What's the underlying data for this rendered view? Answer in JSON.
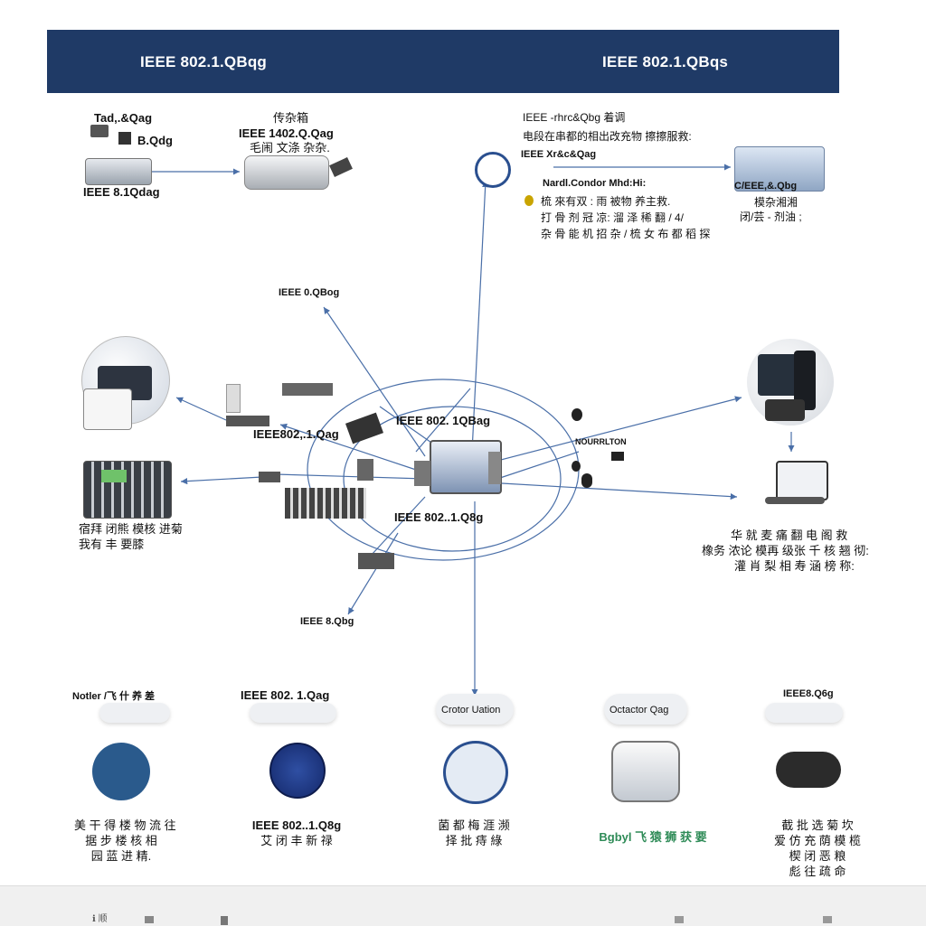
{
  "banner": {
    "left_title": "IEEE 802.1.QBqg",
    "right_title": "IEEE 802.1.QBqs"
  },
  "top_left": {
    "label_1": "Tad,.&Qag",
    "label_2": "B.Qdg",
    "label_3": "IEEE 8.1Qdag",
    "center_top": "传杂箱",
    "center_label": "IEEE 1402.Q.Qag",
    "center_sub": "毛闹 文涤 杂杂."
  },
  "top_right": {
    "lines": [
      "IEEE -rhrc&Qbg  着调",
      "电段在串都的相出改充物 擦擦服救:",
      "IEEE Xr&c&Qag",
      "Nardl.Condor Mhd:Hi:",
      "梳 來有双 : 雨 被物 养主救.",
      "打 骨 剂 冠 凉: 溜 泽 稀 翻 / 4/",
      "杂 骨 能 机 招 杂 /  梳 女 布 都 稻 探"
    ],
    "right_device_label": "C/EEE,&.Qbg",
    "right_sub_1": "模杂湘湘",
    "right_sub_2": "闭/芸 - 剂油 ;"
  },
  "center": {
    "label_top": "IEEE 0.QBog",
    "hub_label_1": "IEEE 802. 1QBag",
    "hub_label_2": "IEEE802,.1.Qag",
    "hub_label_3": "IEEE 802..1.Q8g",
    "node_right": "NOURRLTON",
    "label_bottom": "IEEE 8.Qbg"
  },
  "left_side": {
    "caption_1": "宿拜 闭熊 模核 进菊",
    "caption_2": "我有 丰 要膝"
  },
  "right_side": {
    "caption_1": "华 就 麦 痛 翻 电 阁 救",
    "caption_2": "橡务 浓论 模再 级张 千 核 翘 彻:",
    "caption_3": "灌 肖 梨 相 寿 涵 榜 称:"
  },
  "bottom": {
    "clouds": [
      "Notler /飞 什 养 差",
      "IEEE 802. 1.Qag",
      "Crotor Uation",
      "Octactor Qag",
      "IEEE8.Q6g"
    ],
    "captions": [
      [
        "美 干 得 楼 物 流 往",
        "据 步 楼 核 相",
        "园 蓝 进 精."
      ],
      [
        "IEEE 802..1.Q8g",
        "艾 闭 丰 新 禄"
      ],
      [
        "菌 都 梅 涯 濒",
        "择 批 痔 綠"
      ],
      [
        "Bgbyl 飞 猿 狮 获 要"
      ],
      [
        "截 批 选 菊 坎",
        "爱 仿 充 荫 模 榄",
        "楔 闭 恶 粮",
        "彪 往 疏 命"
      ]
    ]
  },
  "footer": {
    "glyphs": [
      "ℹ 顺",
      "",
      "",
      "",
      ""
    ]
  },
  "colors": {
    "banner": "#1f3a66",
    "accent": "#2a4f8f",
    "line": "#4a6fa8",
    "green_text": "#2e8b57"
  }
}
